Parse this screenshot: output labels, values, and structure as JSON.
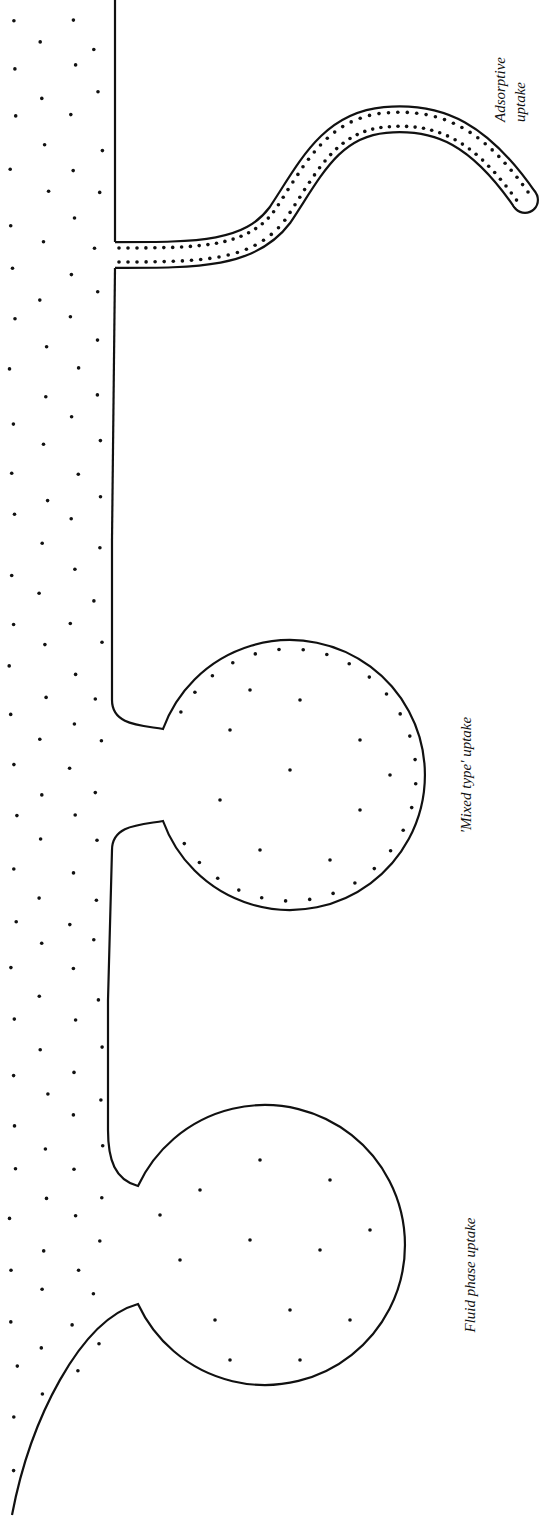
{
  "diagram": {
    "labels": [
      "Fluid phase uptake",
      "'Mixed type' uptake",
      "Adsorptive uptake"
    ]
  }
}
